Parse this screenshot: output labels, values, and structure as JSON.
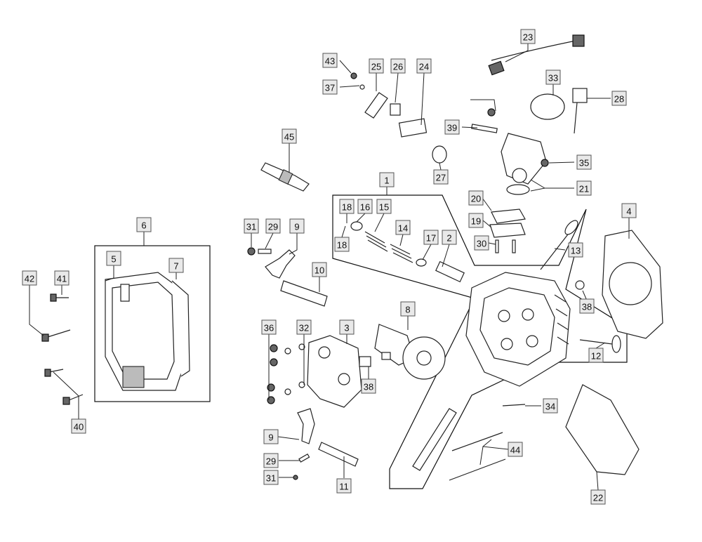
{
  "callouts": [
    "1",
    "2",
    "3",
    "4",
    "5",
    "6",
    "7",
    "8",
    "9",
    "10",
    "11",
    "12",
    "13",
    "14",
    "15",
    "16",
    "17",
    "18",
    "18",
    "19",
    "20",
    "21",
    "22",
    "23",
    "24",
    "25",
    "26",
    "27",
    "28",
    "29",
    "29",
    "30",
    "31",
    "31",
    "32",
    "33",
    "34",
    "35",
    "36",
    "37",
    "38",
    "38",
    "39",
    "40",
    "41",
    "42",
    "43",
    "44",
    "45",
    "9"
  ]
}
